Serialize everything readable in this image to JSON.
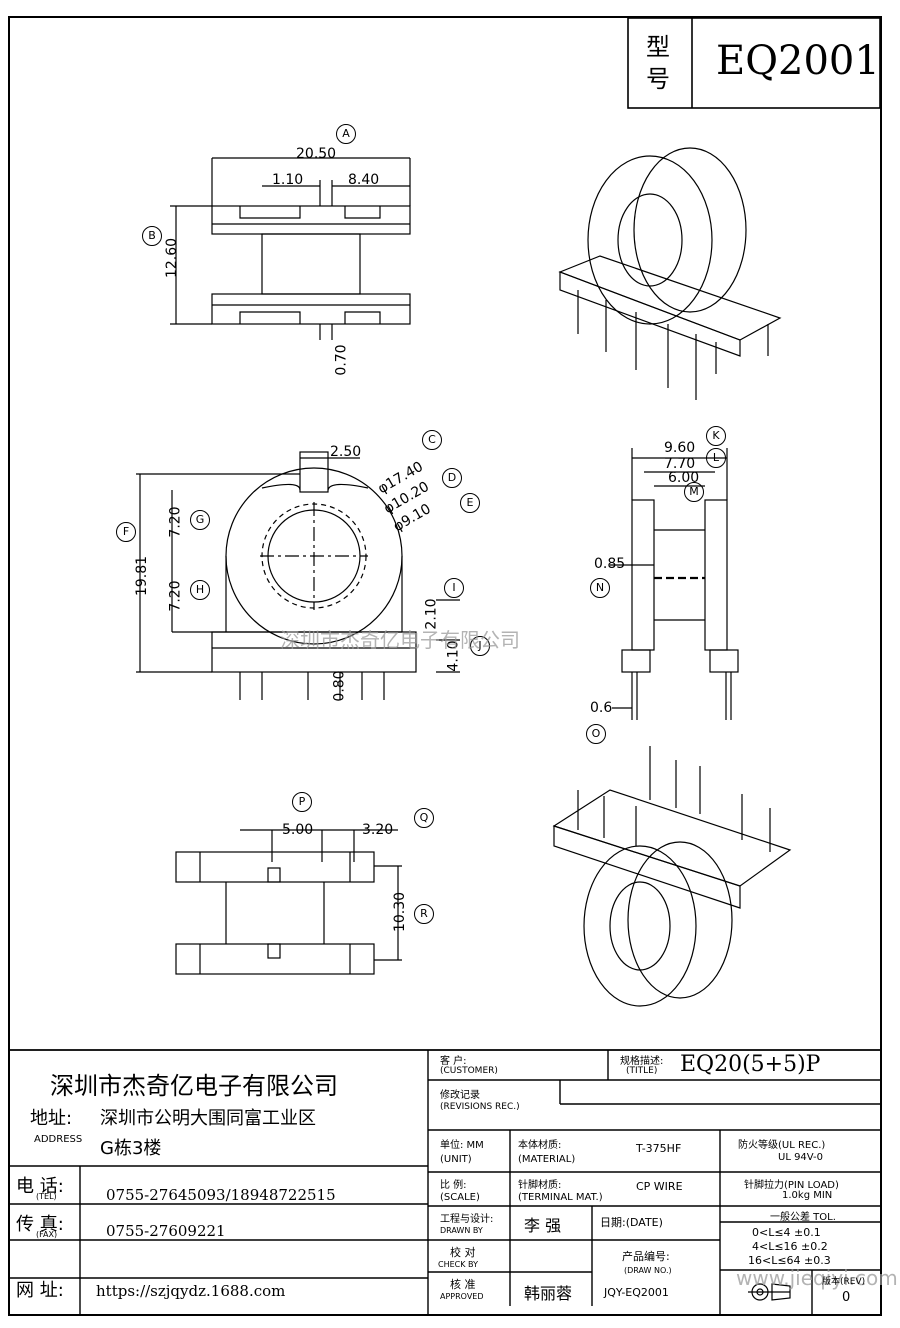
{
  "title_block_top": {
    "model_label": "型\n号",
    "model_label_1": "型",
    "model_label_2": "号",
    "model_value": "EQ2001"
  },
  "dimensions": {
    "A": "20.50",
    "A_left": "1.10",
    "A_right": "8.40",
    "B": "12.60",
    "B_bottom": "0.70",
    "C": "2.50",
    "D_dia1": "φ17.40",
    "D_dia2": "φ10.20",
    "E_dia": "φ9.10",
    "F": "19.81",
    "G": "7.20",
    "H": "7.20",
    "I": "2.10",
    "J": "4.10",
    "J2": "0.80",
    "K": "9.60",
    "L": "7.70",
    "M": "6.00",
    "N": "0.85",
    "O": "0.6",
    "P_left": "5.00",
    "P_right": "3.20",
    "R": "10.30"
  },
  "callouts": [
    "A",
    "B",
    "C",
    "D",
    "E",
    "F",
    "G",
    "H",
    "I",
    "J",
    "K",
    "L",
    "M",
    "N",
    "O",
    "P",
    "Q",
    "R"
  ],
  "watermark": "深圳市杰奇亿电子有限公司",
  "watermark_url": "www.jieqiyi.com",
  "company": {
    "name": "深圳市杰奇亿电子有限公司",
    "address_label": "地址:",
    "address_en": "ADDRESS",
    "address_line1": "深圳市公明大围同富工业区",
    "address_line2": "G栋3楼",
    "tel_label": "电 话:",
    "tel_en": "(TEL)",
    "tel": "0755-27645093/18948722515",
    "fax_label": "传 真:",
    "fax_en": "(FAX)",
    "fax": "0755-27609221",
    "web_label": "网 址:",
    "web": "https://szjqydz.1688.com"
  },
  "title_block": {
    "customer_label": "客   户:",
    "customer_en": "(CUSTOMER)",
    "spec_label": "规格描述:",
    "spec_en": "(TITLE)",
    "spec_value": "EQ20(5+5)P",
    "revisions_label": "修改记录",
    "revisions_en": "(REVISIONS REC.)",
    "unit_label": "单位: MM",
    "unit_en": "(UNIT)",
    "material_label": "本体材质:",
    "material_en": "(MATERIAL)",
    "material_value": "T-375HF",
    "ul_label": "防火等级(UL REC.)",
    "ul_value": "UL 94V-0",
    "scale_label": "比    例:",
    "scale_en": "(SCALE)",
    "terminal_label": "针脚材质:",
    "terminal_en": "(TERMINAL MAT.)",
    "terminal_value": "CP WIRE",
    "pin_load_label": "针脚拉力(PIN LOAD)",
    "pin_load_value": "1.0kg MIN",
    "drawn_label": "工程与设计:",
    "drawn_en": "DRAWN BY",
    "drawn_value": "李   强",
    "date_label": "日期:(DATE)",
    "tol_label": "一般公差 TOL.",
    "tol_rows": [
      "0<L≤4   ±0.1",
      "4<L≤16 ±0.2",
      "16<L≤64 ±0.3"
    ],
    "check_label": "校   对",
    "check_en": "CHECK BY",
    "drawno_label": "产品编号:",
    "drawno_en": "(DRAW NO.)",
    "drawno_value": "JQY-EQ2001",
    "approved_label": "核   准",
    "approved_en": "APPROVED",
    "approved_value": "韩丽蓉",
    "rev_label": "版本(REV)",
    "rev_value": "0"
  }
}
